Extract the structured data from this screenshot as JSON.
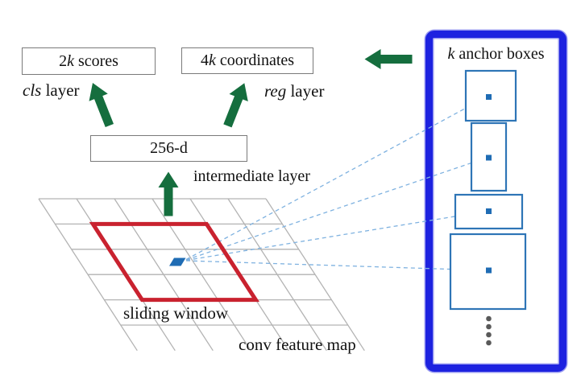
{
  "figure": {
    "type": "diagram",
    "subject": "Region Proposal Network (RPN) sliding-window diagram"
  },
  "colors": {
    "bg": "#ffffff",
    "text": "#111111",
    "green": "#156e3e",
    "red": "#c9222f",
    "grid": "#b3b3b3",
    "box_border": "#7a7a7a",
    "panel_blue": "#1d22e0",
    "anchor_blue": "#2e75b6",
    "dot_blue": "#1f6cb4",
    "dash_blue": "#7fb2e0",
    "ellipsis_gray": "#595959"
  },
  "boxes": {
    "scores": {
      "pre": "2",
      "k": "k",
      "post": " scores"
    },
    "coordinates": {
      "pre": "4",
      "k": "k",
      "post": " coordinates"
    },
    "intermediate": {
      "label": "256-d"
    }
  },
  "labels": {
    "cls": {
      "italic": "cls",
      "rest": " layer"
    },
    "reg": {
      "italic": "reg",
      "rest": " layer"
    },
    "intermediate_layer": "intermediate layer",
    "sliding_window": "sliding window",
    "conv_feature_map": "conv feature map",
    "anchor_panel": {
      "k": "k",
      "rest": " anchor boxes"
    }
  },
  "anchor_panel": {
    "boxes_shown": 4,
    "ellipsis_dots": 4
  }
}
